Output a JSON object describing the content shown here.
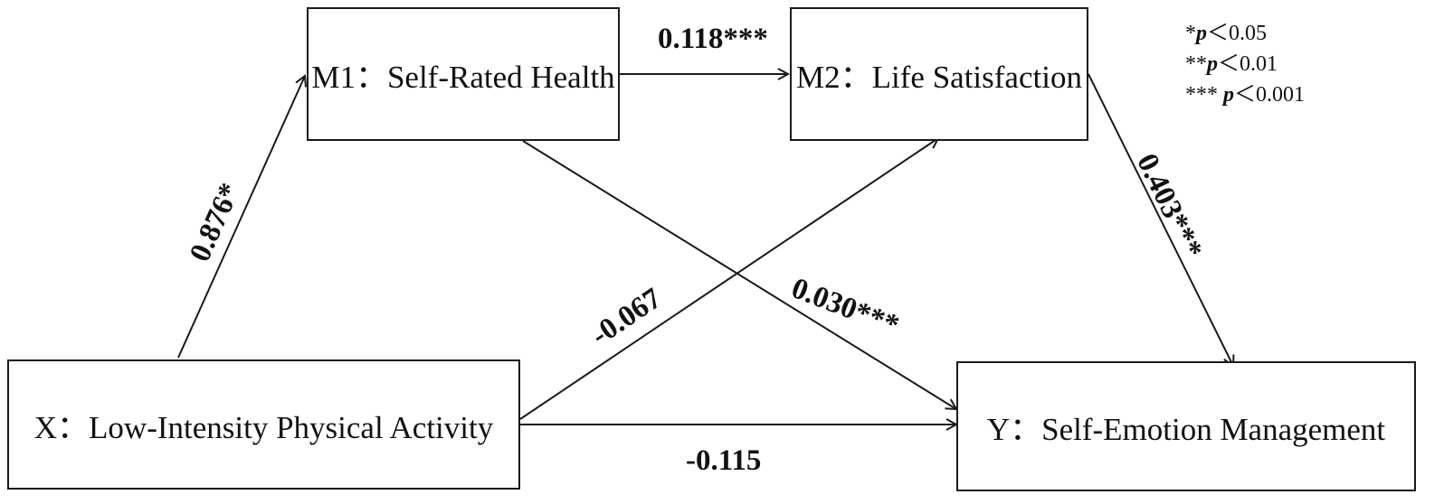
{
  "nodes": {
    "m1": "M1：Self-Rated Health",
    "m2": "M2：Life Satisfaction",
    "x": "X：Low-Intensity Physical Activity",
    "y": "Y：Self-Emotion Management"
  },
  "paths": {
    "x_to_m1": "0.876*",
    "m1_to_m2": "0.118***",
    "m2_to_y": "0.403***",
    "x_to_m2": "-0.067",
    "m1_to_y": "0.030***",
    "x_to_y": "-0.115"
  },
  "legend": [
    {
      "stars": "*",
      "p": "p",
      "rel": "＜0.05"
    },
    {
      "stars": "**",
      "p": "p",
      "rel": "＜0.01"
    },
    {
      "stars": "*** ",
      "p": "p",
      "rel": "＜0.001"
    }
  ],
  "colors": {
    "line": "#1a1a1a",
    "text": "#111111",
    "background": "#ffffff"
  }
}
